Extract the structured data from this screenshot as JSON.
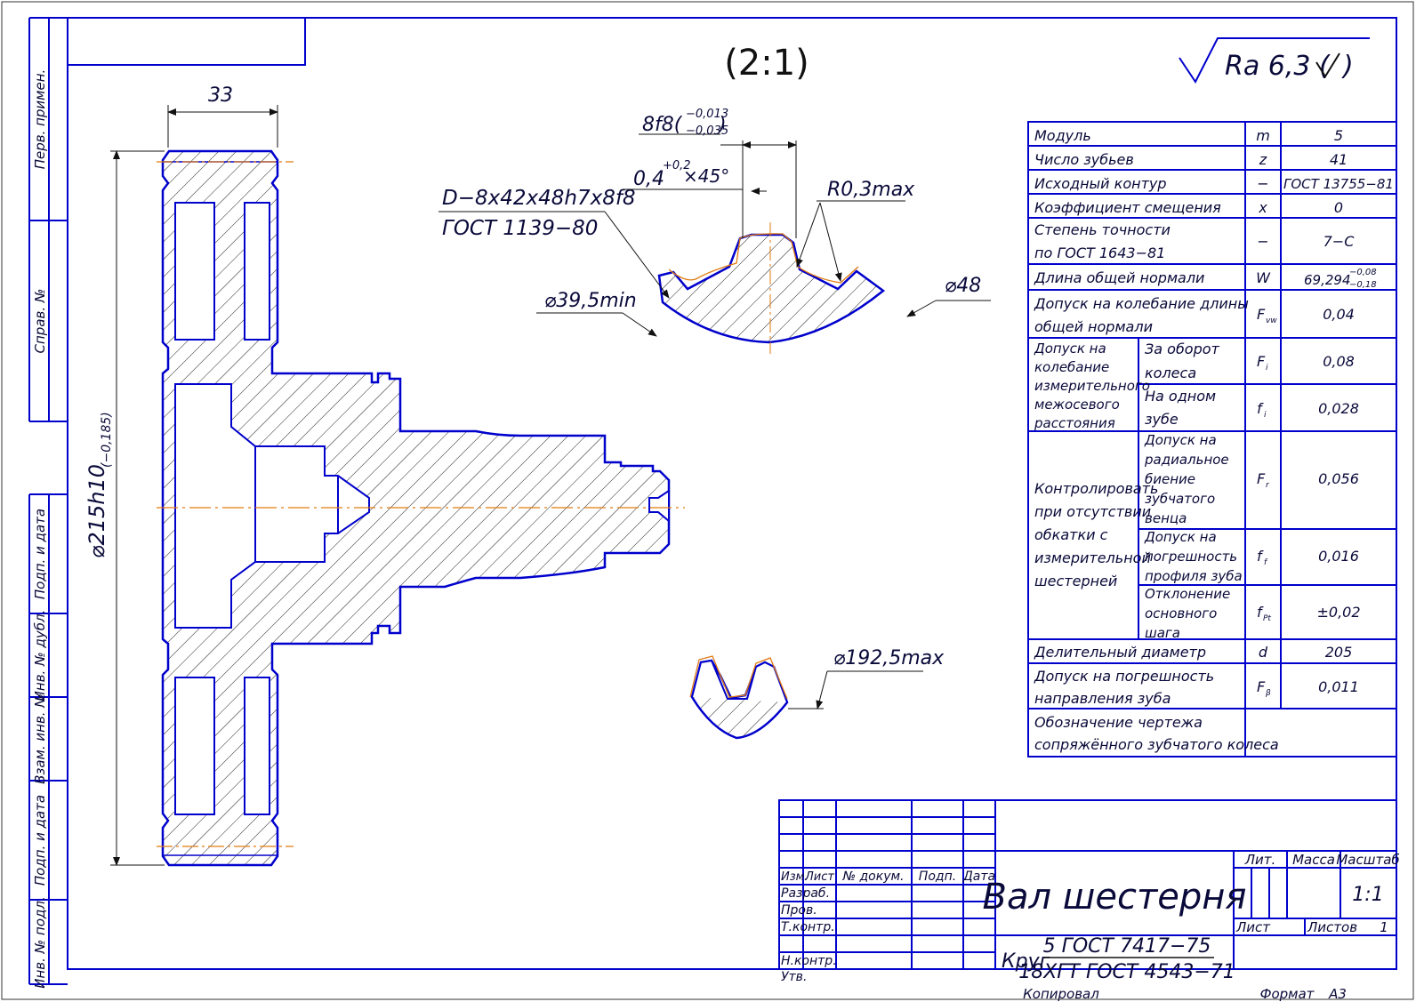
{
  "scale_label": "(2:1)",
  "roughness": "Ra 6,3 (",
  "shaft": {
    "width_dim": "33",
    "diameter_dim": "⌀215h10",
    "diameter_tol": "(−0,185)"
  },
  "detail": {
    "spline_a": "D−8x42x48h7x8f8",
    "spline_b": "ГОСТ 1139−80",
    "width_main": "8f8(",
    "width_up": "−0,013",
    "width_dn": "−0,035",
    "chamfer_main": "0,4",
    "chamfer_up": "+0,2",
    "chamfer_end": "×45°",
    "radius": "R0,3max",
    "inner_d": "⌀39,5min",
    "outer_d": "⌀48",
    "tooth_d": "⌀192,5max"
  },
  "side_labels": [
    "Перв. примен.",
    "Справ. №",
    "Подп. и дата",
    "Инв. № дубл.",
    "Взам. инв. №",
    "Подп. и дата",
    "Инв. № подл."
  ],
  "params": [
    {
      "name": "Модуль",
      "sym": "m",
      "val": "5"
    },
    {
      "name": "Число зубьев",
      "sym": "z",
      "val": "41"
    },
    {
      "name": "Исходный контур",
      "sym": "−",
      "val": "ГОСТ 13755−81"
    },
    {
      "name": "Коэффициент смещения",
      "sym": "x",
      "val": "0"
    },
    {
      "name1": "Степень точности",
      "name2": "по ГОСТ 1643−81",
      "sym": "−",
      "val": "7−С"
    },
    {
      "name": "Длина общей нормали",
      "sym": "W",
      "val": "69,294",
      "val_up": "−0,08",
      "val_dn": "−0,18"
    },
    {
      "name1": "Допуск на колебание длины",
      "name2": "общей нормали",
      "sym": "F",
      "sub": "vw",
      "val": "0,04"
    },
    {
      "g1": "Допуск на",
      "g2": "колебание",
      "g3": "измерительного",
      "g4": "межосевого",
      "g5": "расстояния",
      "r1a": "За оборот",
      "r1b": "колеса",
      "r1s": "F",
      "r1sub": "i",
      "r1v": "0,08",
      "r2a": "На одном",
      "r2b": "зубе",
      "r2s": "f",
      "r2sub": "i",
      "r2v": "0,028"
    },
    {
      "g1": "Контролировать",
      "g2": "при отсутствии",
      "g3": "обкатки с",
      "g4": "измерительной",
      "g5": "шестерней",
      "r1a": "Допуск на",
      "r1b": "радиальное",
      "r1c": "биение",
      "r1d": "зубчатого",
      "r1e": "венца",
      "r1s": "F",
      "r1sub": "r",
      "r1v": "0,056",
      "r2a": "Допуск на",
      "r2b": "погрешность",
      "r2c": "профиля зуба",
      "r2s": "f",
      "r2sub": "f",
      "r2v": "0,016",
      "r3a": "Отклонение",
      "r3b": "основного",
      "r3c": "шага",
      "r3s": "f",
      "r3sub": "Pt",
      "r3v": "±0,02"
    },
    {
      "name": "Делительный диаметр",
      "sym": "d",
      "val": "205"
    },
    {
      "name1": "Допуск на погрешность",
      "name2": "направления зуба",
      "sym": "F",
      "sub": "β",
      "val": "0,011"
    },
    {
      "name1": "Обозначение чертежа",
      "name2": "сопряжённого зубчатого колеса"
    }
  ],
  "title_block": {
    "col_izm": "Изм.",
    "col_list": "Лист",
    "col_doc": "№ докум.",
    "col_podp": "Подп.",
    "col_data": "Дата",
    "razrab": "Разраб.",
    "prov": "Пров.",
    "tkontr": "Т.контр.",
    "nkontr": "Н.контр.",
    "utv": "Утв.",
    "title": "Вал шестерня",
    "lit": "Лит.",
    "massa": "Масса",
    "masshtab": "Масштаб",
    "scale": "1:1",
    "list": "Лист",
    "listov": "Листов",
    "listov_val": "1",
    "mat_prefix": "Круг",
    "mat_top": "5 ГОСТ 7417−75",
    "mat_bot": "18ХГТ ГОСТ 4543−71",
    "kopiroval": "Копировал",
    "format": "Формат",
    "format_val": "А3"
  }
}
